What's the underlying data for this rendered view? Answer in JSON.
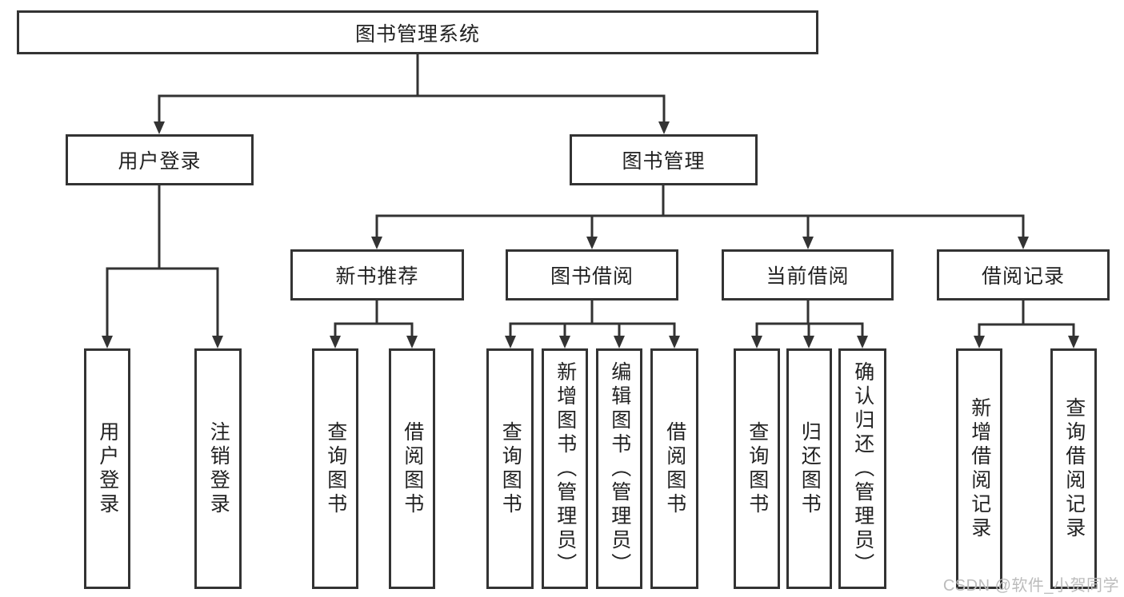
{
  "diagram": {
    "title": "图书管理系统",
    "colors": {
      "line": "#333333",
      "text": "#222222",
      "watermark": "#bcbcbc"
    },
    "nodes": {
      "root": {
        "label": "图书管理系统"
      },
      "user_login": {
        "label": "用户登录"
      },
      "book_mgmt": {
        "label": "图书管理"
      },
      "new_book_rec": {
        "label": "新书推荐"
      },
      "book_borrow": {
        "label": "图书借阅"
      },
      "current_borrow": {
        "label": "当前借阅"
      },
      "borrow_record": {
        "label": "借阅记录"
      },
      "login_leaf": {
        "label": "用户登录"
      },
      "logout_leaf": {
        "label": "注销登录"
      },
      "nbr_query": {
        "label": "查询图书"
      },
      "nbr_borrow": {
        "label": "借阅图书"
      },
      "bb_query": {
        "label": "查询图书"
      },
      "bb_add": {
        "label": "新增图书（管理员）"
      },
      "bb_edit": {
        "label": "编辑图书（管理员）"
      },
      "bb_borrow": {
        "label": "借阅图书"
      },
      "cb_query": {
        "label": "查询图书"
      },
      "cb_return": {
        "label": "归还图书"
      },
      "cb_confirm": {
        "label": "确认归还（管理员）"
      },
      "br_add": {
        "label": "新增借阅记录"
      },
      "br_query": {
        "label": "查询借阅记录"
      }
    },
    "watermark": "CSDN @软件_小贺同学"
  }
}
